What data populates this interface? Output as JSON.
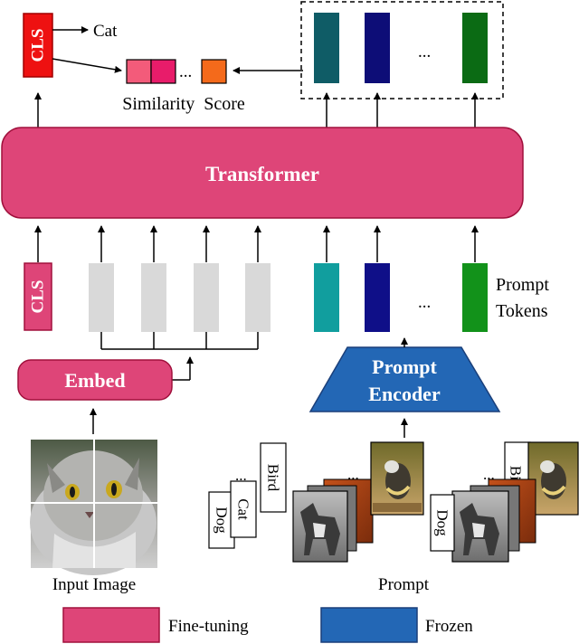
{
  "colors": {
    "finetune": "#de4578",
    "finetune_border": "#a0103c",
    "frozen": "#2367b5",
    "frozen_border": "#1a3f7a",
    "cls_red": "#ee1111",
    "patch_gray": "#d9d9d9",
    "score_light": "#f35b7a",
    "score_pink": "#e81c6a",
    "score_orange": "#f46a1b",
    "prompt_teal": "#119e9e",
    "prompt_navy": "#0f0f88",
    "prompt_green": "#12921a",
    "out_teal": "#0f5c66",
    "out_navy": "#0d0d77",
    "out_green": "#0b6b14"
  },
  "top": {
    "cls_label": "CLS",
    "cat_label": "Cat",
    "ellipsis": "...",
    "similarity_label": "Similarity  Score",
    "output_ellipsis": "..."
  },
  "transformer": {
    "label": "Transformer"
  },
  "tokens": {
    "cls_label": "CLS",
    "ellipsis": "...",
    "prompt_tokens_line1": "Prompt",
    "prompt_tokens_line2": "Tokens"
  },
  "embed": {
    "label": "Embed"
  },
  "prompt_encoder": {
    "line1": "Prompt",
    "line2": "Encoder"
  },
  "inputs": {
    "input_image_label": "Input Image",
    "prompt_label": "Prompt",
    "card_dog": "Dog",
    "card_cat": "Cat",
    "card_bird": "Bird",
    "card_ellipsis": "...",
    "right_dog": "Dog",
    "right_bird": "Bird",
    "right_ellipsis": "..."
  },
  "legend": {
    "finetune_label": "Fine-tuning",
    "frozen_label": "Frozen"
  }
}
